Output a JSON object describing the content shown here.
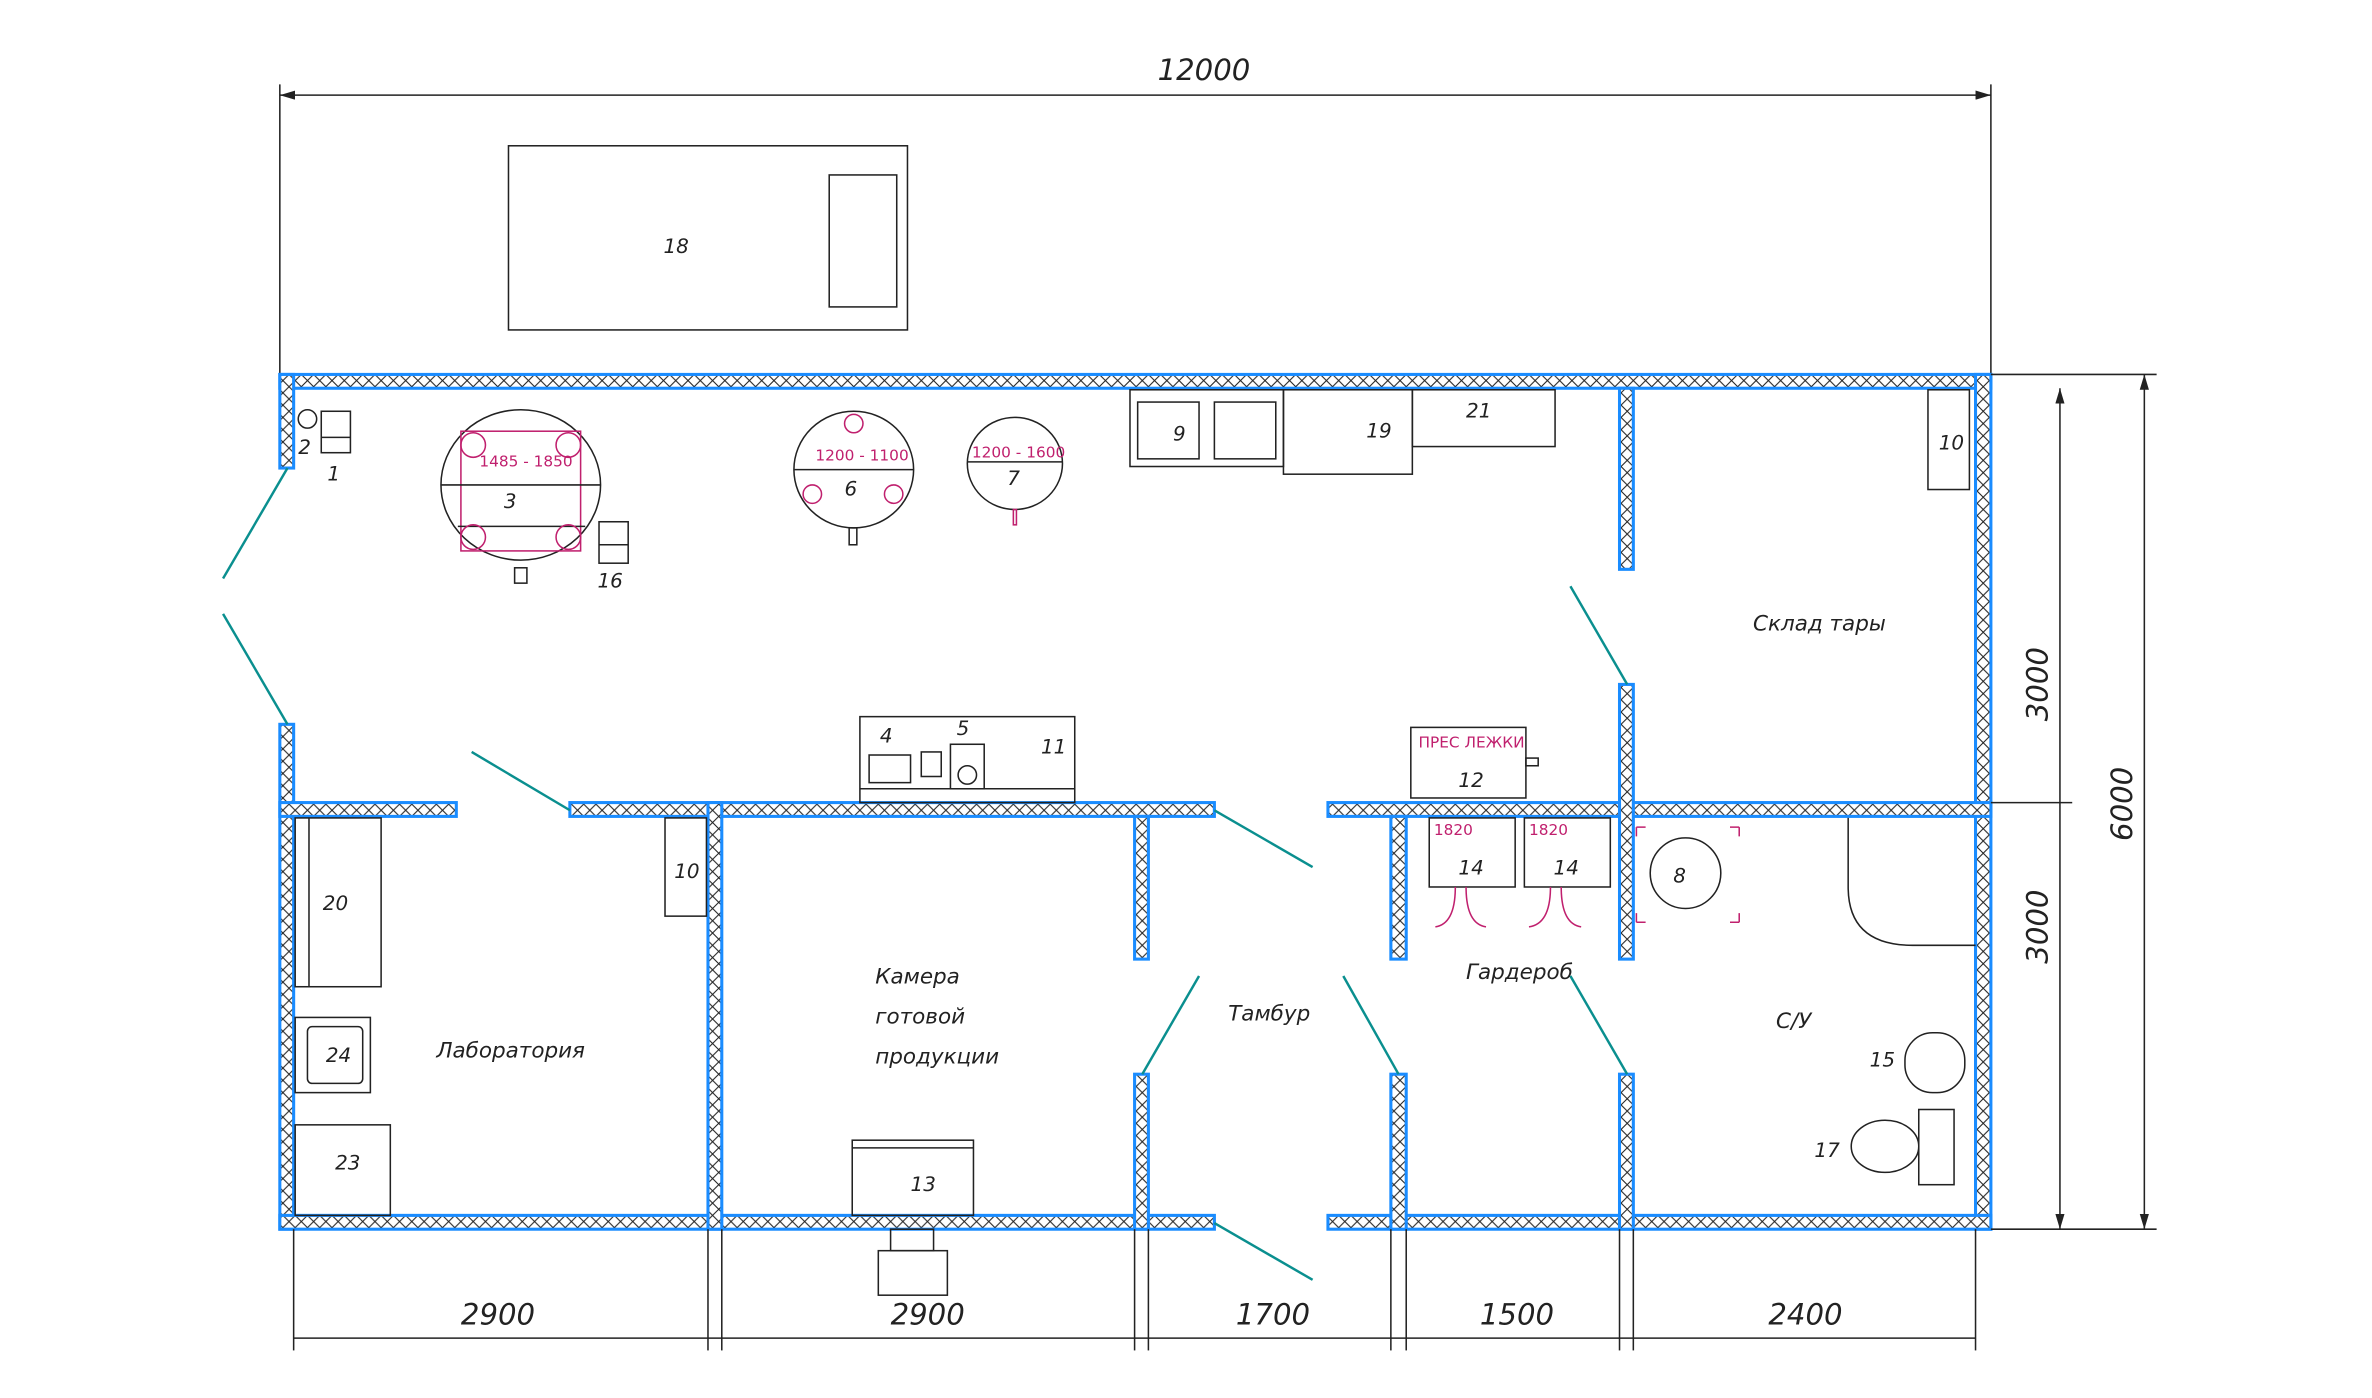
{
  "drawing": {
    "dimensions": {
      "total_width": "12000",
      "bottom": [
        "2900",
        "2900",
        "1700",
        "1500",
        "2400"
      ],
      "right_upper": "3000",
      "right_lower": "3000",
      "total_height": "6000"
    },
    "rooms": {
      "storage": "Склад тары",
      "lab": "Лаборатория",
      "chamber_1": "Камера",
      "chamber_2": "готовой",
      "chamber_3": "продукции",
      "vestibule": "Тамбур",
      "wardrobe": "Гардероб",
      "wc": "С/У"
    },
    "equipment": {
      "e1": "1",
      "e2": "2",
      "e3": "3",
      "e4": "4",
      "e5": "5",
      "e6": "6",
      "e7": "7",
      "e8": "8",
      "e9": "9",
      "e10a": "10",
      "e10b": "10",
      "e11": "11",
      "e12": "12",
      "e13": "13",
      "e14a": "14",
      "e14b": "14",
      "e15": "15",
      "e16": "16",
      "e17": "17",
      "e18": "18",
      "e19": "19",
      "e20": "20",
      "e21": "21",
      "e23": "23",
      "e24": "24"
    },
    "marks": {
      "m3": "1485 - 1850",
      "m6": "1200 - 1100",
      "m7": "1200 - 1600",
      "m12": "ПРЕС ЛЕЖКИ",
      "m14a": "1820",
      "m14b": "1820"
    },
    "colors": {
      "wall_outline": "#1a8cff",
      "door": "#0a8f8f",
      "mark": "#c0206e"
    }
  }
}
